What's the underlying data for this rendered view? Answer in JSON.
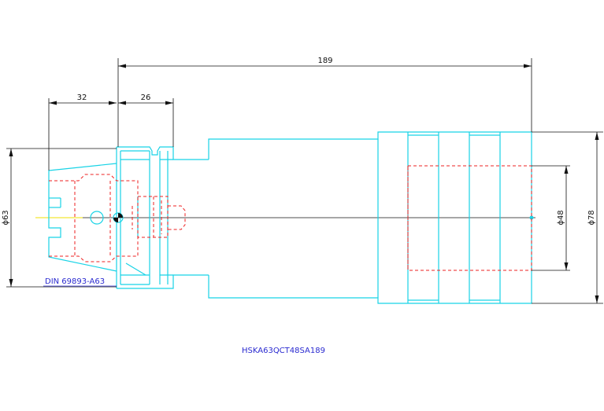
{
  "dimensions": {
    "overall_length": "189",
    "flange_length": "32",
    "collar_length": "26",
    "d_shank": "ϕ63",
    "d_bore": "ϕ48",
    "d_body": "ϕ78"
  },
  "notes": {
    "standard": "DIN 69893-A63",
    "part_number": "HSKA63QCT48SA189"
  },
  "colors": {
    "outline": "#18d3e6",
    "hidden": "#ee2222",
    "dimension": "#111111",
    "note": "#2a2ad0",
    "centerline": "#f0e000"
  }
}
